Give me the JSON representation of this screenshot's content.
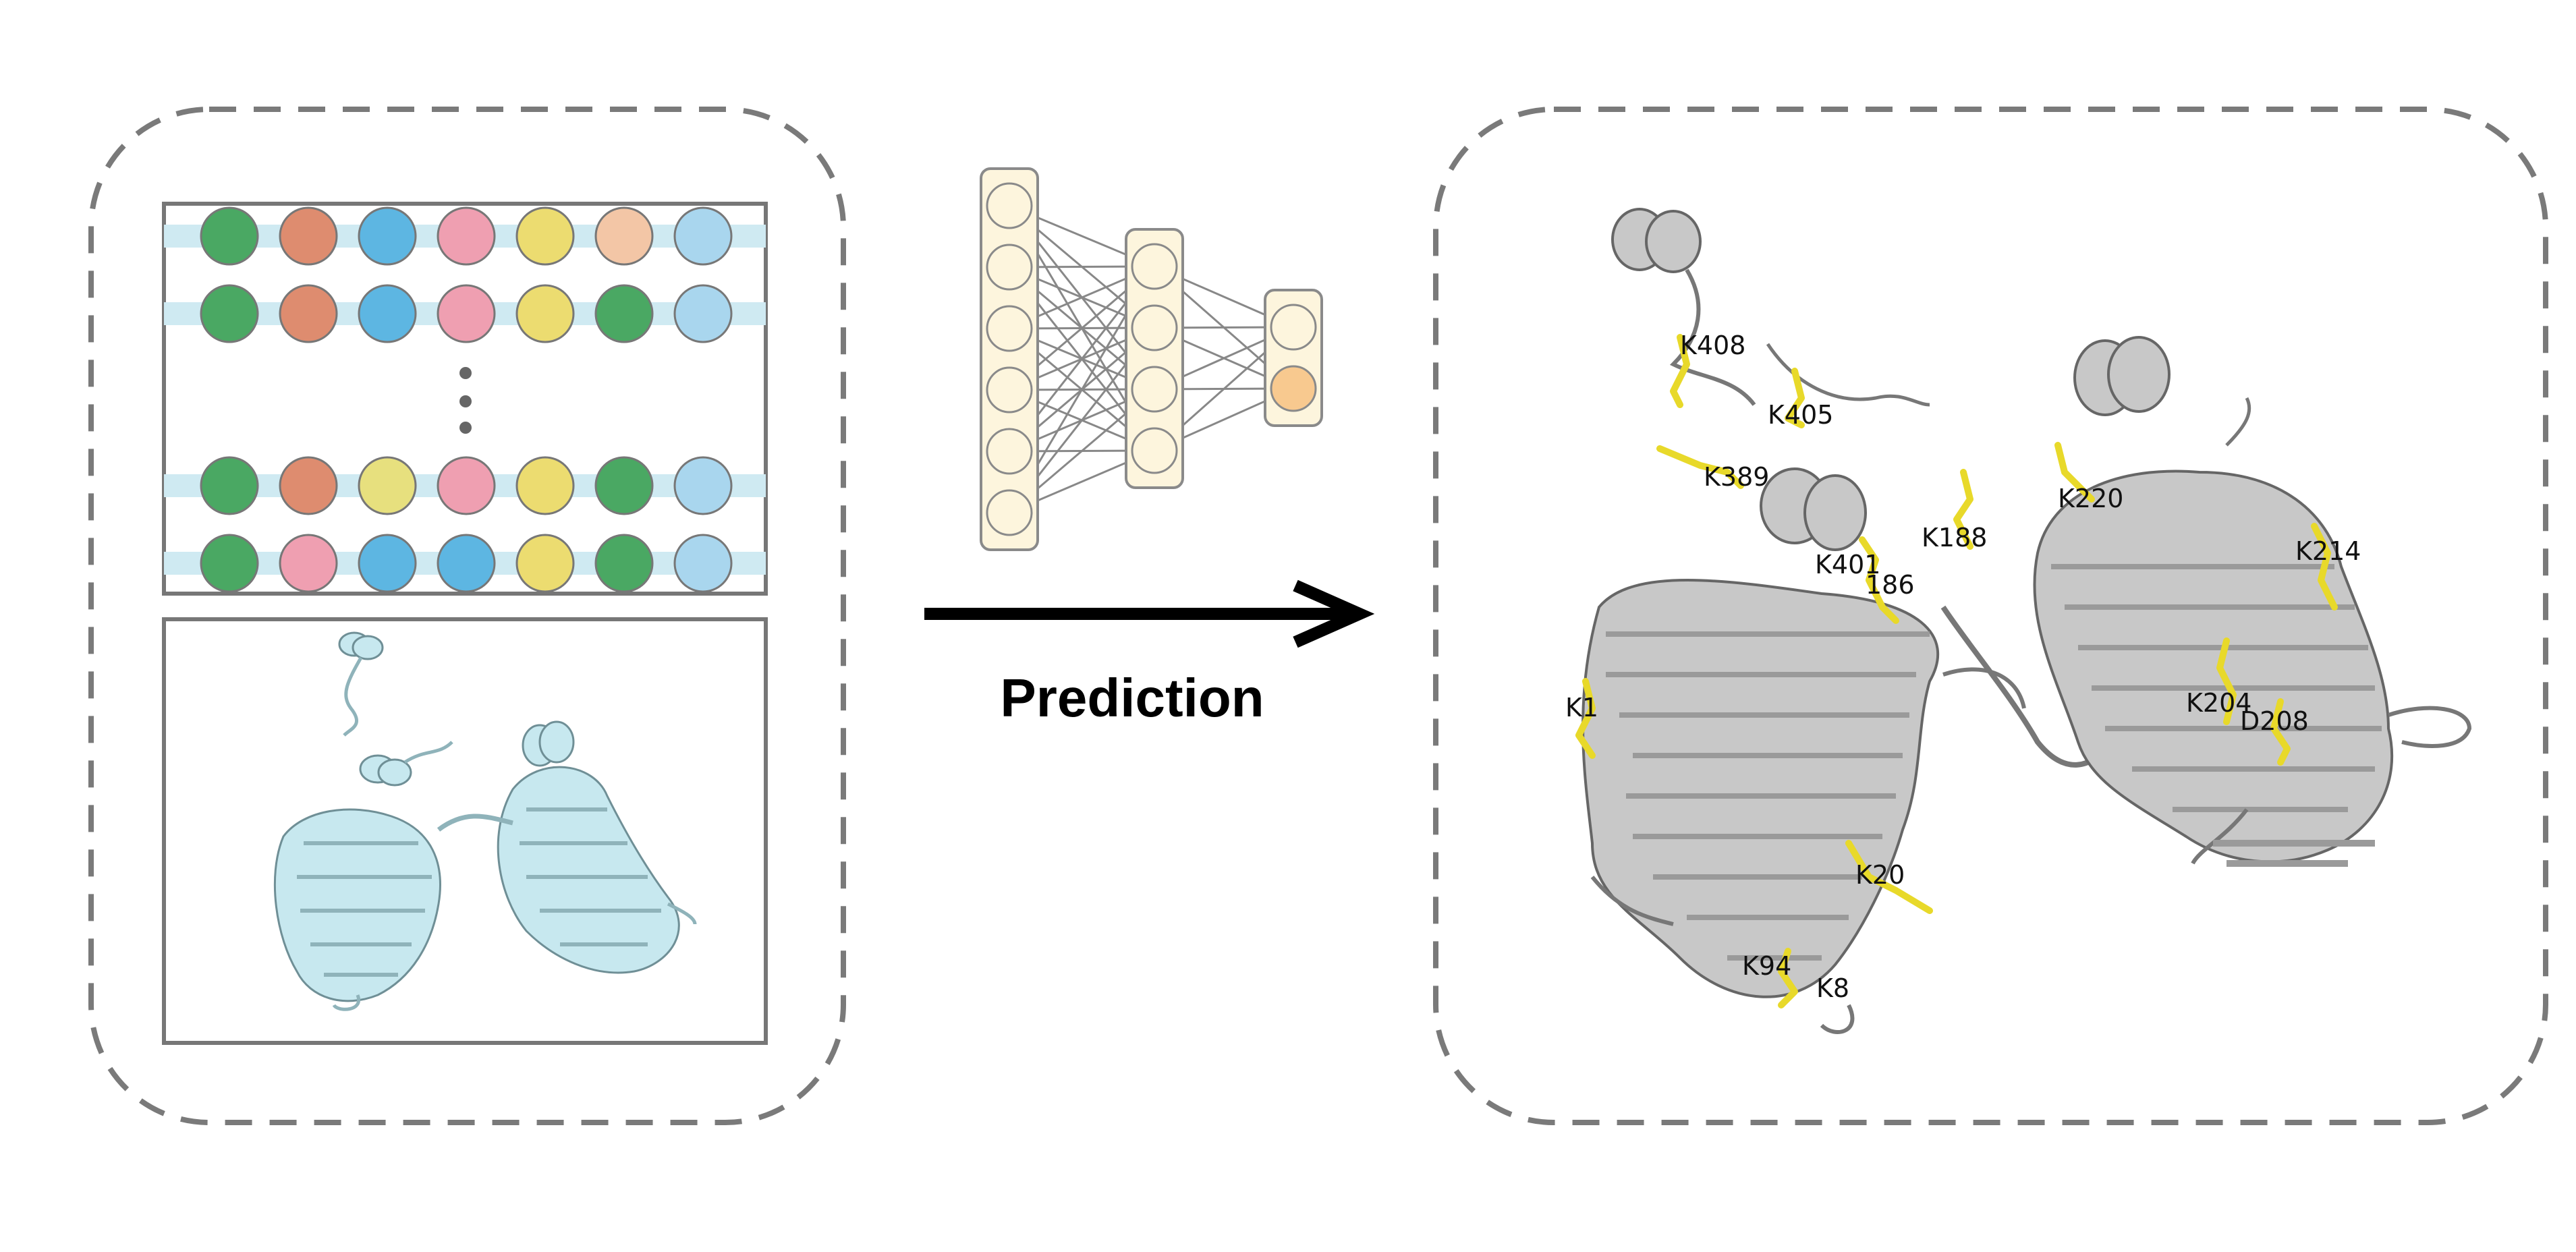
{
  "arrow_label": "Prediction",
  "sequence_rows": [
    [
      "#4aa863",
      "#de8c6f",
      "#5db6e2",
      "#ef9fb1",
      "#ecdc70",
      "#f3c6a6",
      "#a9d6ee"
    ],
    [
      "#4aa863",
      "#de8c6f",
      "#5db6e2",
      "#ef9fb1",
      "#ecdc70",
      "#4aa863",
      "#a9d6ee"
    ],
    [
      "#4aa863",
      "#de8c6f",
      "#e7e07e",
      "#ef9fb1",
      "#ecdc70",
      "#4aa863",
      "#a9d6ee"
    ],
    [
      "#4aa863",
      "#ef9fb1",
      "#5db6e2",
      "#5db6e2",
      "#ecdc70",
      "#4aa863",
      "#a9d6ee"
    ]
  ],
  "network_layers": [
    6,
    4,
    2
  ],
  "residue_labels": [
    "K408",
    "K405",
    "K389",
    "K401",
    "186",
    "K188",
    "K220",
    "K214",
    "K204",
    "D208",
    "K1",
    "K20",
    "K94",
    "K8"
  ],
  "colors": {
    "dashed_border": "#7a7a7a",
    "protein_input": "#c7e8ef",
    "protein_output": "#bdbdbd",
    "sidechain": "#e8d92a",
    "layer_fill": "#fdf5dd",
    "output_node": "#f8c98f"
  }
}
